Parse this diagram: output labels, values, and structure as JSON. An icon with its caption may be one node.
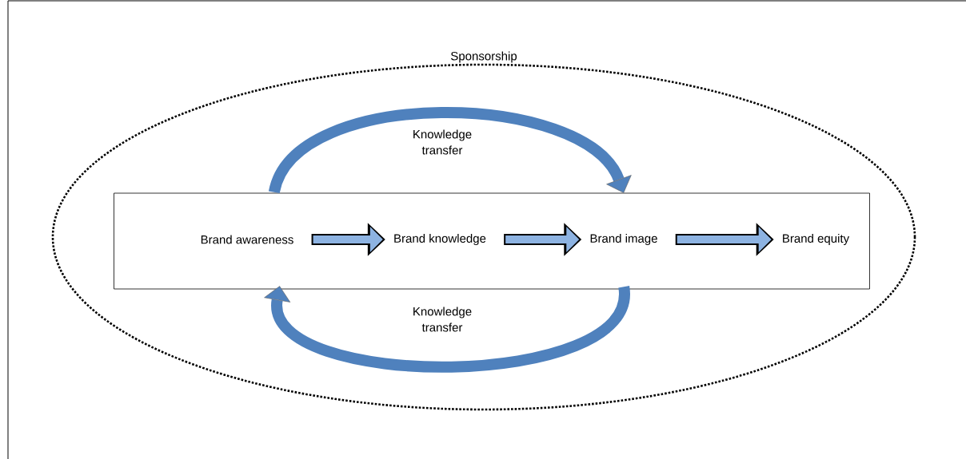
{
  "diagram": {
    "nodes": [
      {
        "text": [
          "Sponsorship"
        ]
      },
      {
        "text": [],
        "shape": "box",
        "in": 0
      },
      {
        "text": [
          "Brand awareness"
        ],
        "in": 1
      },
      {
        "text": [
          "Brand knowledge"
        ],
        "in": 1
      },
      {
        "text": [
          "Brand image"
        ],
        "in": 1
      },
      {
        "text": [
          "Brand equity"
        ],
        "in": 1
      }
    ],
    "edges": [
      {
        "from": 2,
        "to": 3,
        "arrow": "to"
      },
      {
        "from": 3,
        "to": 4,
        "arrow": "to"
      },
      {
        "from": 4,
        "to": 5,
        "arrow": "to"
      },
      {
        "from": 2,
        "to": 4,
        "arrow": "to",
        "label": "Knowledge transfer",
        "color": "#4f81bd"
      },
      {
        "from": 4,
        "to": 2,
        "arrow": "to",
        "label": "Knowledge transfer",
        "color": "#4f81bd"
      }
    ]
  }
}
